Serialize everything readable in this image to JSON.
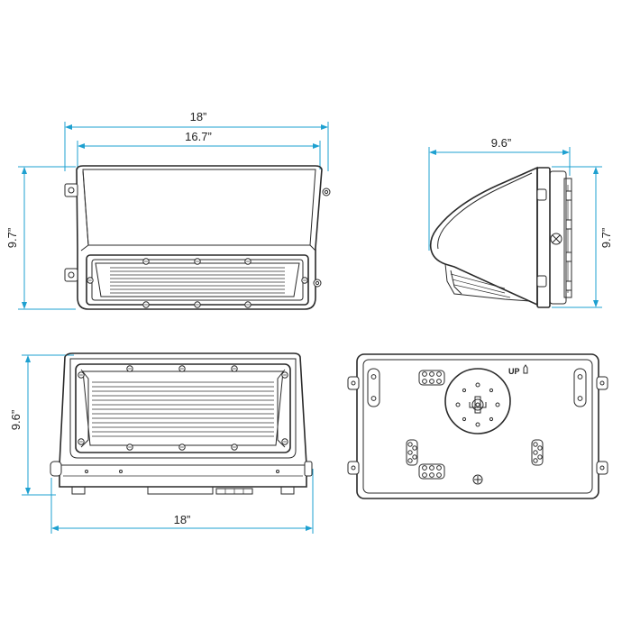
{
  "colors": {
    "dimension_line": "#1ea0d0",
    "drawing_line": "#2a2a2a",
    "background": "#ffffff"
  },
  "front_view": {
    "overall_width": "18”",
    "lens_width": "16.7”",
    "height": "9.7”"
  },
  "side_view": {
    "depth": "9.6”",
    "height": "9.7”"
  },
  "bottom_view": {
    "depth": "9.6”",
    "width": "18”"
  },
  "back_view": {
    "up_label": "UP"
  }
}
